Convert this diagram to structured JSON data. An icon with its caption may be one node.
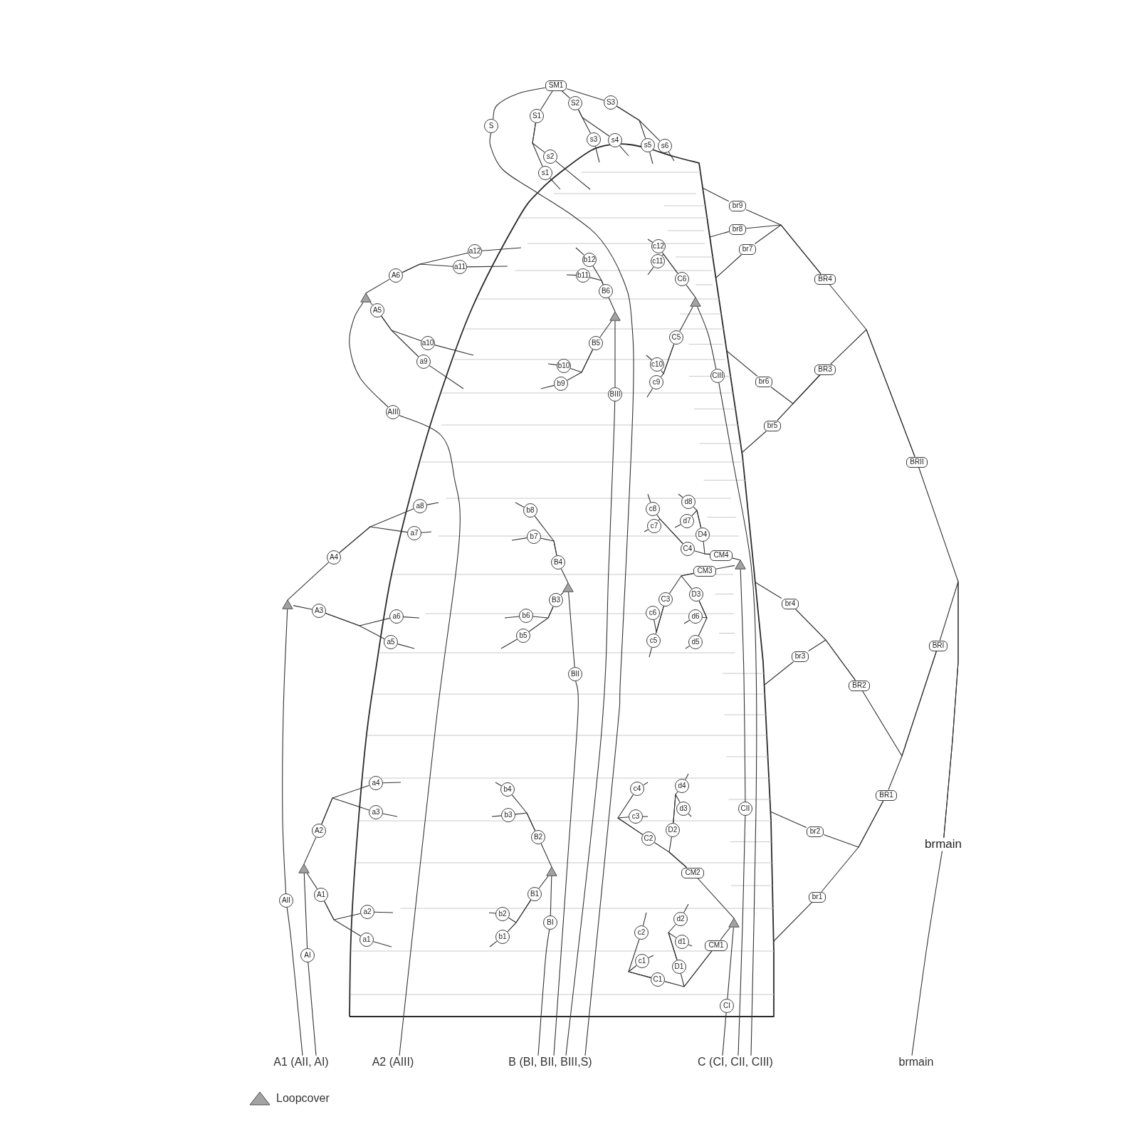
{
  "diagram": {
    "nodes": [
      {
        "text": [
          "SM1"
        ]
      },
      {
        "text": [
          "S"
        ]
      },
      {
        "text": [
          "S1"
        ]
      },
      {
        "text": [
          "S2"
        ]
      },
      {
        "text": [
          "S3"
        ]
      },
      {
        "text": [
          "s3"
        ]
      },
      {
        "text": [
          "s4"
        ]
      },
      {
        "text": [
          "s5"
        ]
      },
      {
        "text": [
          "s6"
        ]
      },
      {
        "text": [
          "s2"
        ]
      },
      {
        "text": [
          "s1"
        ]
      },
      {
        "text": [
          "a12"
        ]
      },
      {
        "text": [
          "a11"
        ]
      },
      {
        "text": [
          "A6"
        ]
      },
      {
        "text": [],
        "shape": "triangle"
      },
      {
        "text": [
          "A5"
        ]
      },
      {
        "text": [
          "a10"
        ]
      },
      {
        "text": [
          "a9"
        ]
      },
      {
        "text": [
          "AIII"
        ]
      },
      {
        "text": [
          "a8"
        ]
      },
      {
        "text": [
          "a7"
        ]
      },
      {
        "text": [
          "A4"
        ]
      },
      {
        "text": [],
        "shape": "triangle"
      },
      {
        "text": [
          "A3"
        ]
      },
      {
        "text": [
          "a6"
        ]
      },
      {
        "text": [
          "a5"
        ]
      },
      {
        "text": [
          "a4"
        ]
      },
      {
        "text": [
          "a3"
        ]
      },
      {
        "text": [
          "A2"
        ]
      },
      {
        "text": [],
        "shape": "triangle"
      },
      {
        "text": [
          "A1"
        ]
      },
      {
        "text": [
          "AII"
        ]
      },
      {
        "text": [
          "a2"
        ]
      },
      {
        "text": [
          "a1"
        ]
      },
      {
        "text": [
          "AI"
        ]
      },
      {
        "text": [
          "b12"
        ]
      },
      {
        "text": [
          "b11"
        ]
      },
      {
        "text": [
          "B6"
        ]
      },
      {
        "text": [],
        "shape": "triangle"
      },
      {
        "text": [
          "B5"
        ]
      },
      {
        "text": [
          "b10"
        ]
      },
      {
        "text": [
          "b9"
        ]
      },
      {
        "text": [
          "BIII"
        ]
      },
      {
        "text": [
          "b8"
        ]
      },
      {
        "text": [
          "b7"
        ]
      },
      {
        "text": [
          "B4"
        ]
      },
      {
        "text": [],
        "shape": "triangle"
      },
      {
        "text": [
          "B3"
        ]
      },
      {
        "text": [
          "b6"
        ]
      },
      {
        "text": [
          "b5"
        ]
      },
      {
        "text": [
          "BII"
        ]
      },
      {
        "text": [
          "b4"
        ]
      },
      {
        "text": [
          "b3"
        ]
      },
      {
        "text": [
          "B2"
        ]
      },
      {
        "text": [],
        "shape": "triangle"
      },
      {
        "text": [
          "B1"
        ]
      },
      {
        "text": [
          "b2"
        ]
      },
      {
        "text": [
          "b1"
        ]
      },
      {
        "text": [
          "BI"
        ]
      },
      {
        "text": [
          "c12"
        ]
      },
      {
        "text": [
          "c11"
        ]
      },
      {
        "text": [
          "C6"
        ]
      },
      {
        "text": [],
        "shape": "triangle"
      },
      {
        "text": [
          "C5"
        ]
      },
      {
        "text": [
          "c10"
        ]
      },
      {
        "text": [
          "c9"
        ]
      },
      {
        "text": [
          "CIII"
        ]
      },
      {
        "text": [
          "c8"
        ]
      },
      {
        "text": [
          "d8"
        ]
      },
      {
        "text": [
          "c7"
        ]
      },
      {
        "text": [
          "d7"
        ]
      },
      {
        "text": [
          "C4"
        ]
      },
      {
        "text": [
          "D4"
        ]
      },
      {
        "text": [
          "CM4"
        ]
      },
      {
        "text": [],
        "shape": "triangle"
      },
      {
        "text": [
          "CM3"
        ]
      },
      {
        "text": [
          "C3"
        ]
      },
      {
        "text": [
          "D3"
        ]
      },
      {
        "text": [
          "c6"
        ]
      },
      {
        "text": [
          "d6"
        ]
      },
      {
        "text": [
          "c5"
        ]
      },
      {
        "text": [
          "d5"
        ]
      },
      {
        "text": [
          "c4"
        ]
      },
      {
        "text": [
          "d4"
        ]
      },
      {
        "text": [
          "d3"
        ]
      },
      {
        "text": [
          "c3"
        ]
      },
      {
        "text": [
          "CII"
        ]
      },
      {
        "text": [
          "C2"
        ]
      },
      {
        "text": [
          "D2"
        ]
      },
      {
        "text": [
          "CM2"
        ]
      },
      {
        "text": [],
        "shape": "triangle"
      },
      {
        "text": [
          "c2"
        ]
      },
      {
        "text": [
          "d2"
        ]
      },
      {
        "text": [
          "d1"
        ]
      },
      {
        "text": [
          "CM1"
        ]
      },
      {
        "text": [
          "c1"
        ]
      },
      {
        "text": [
          "D1"
        ]
      },
      {
        "text": [
          "C1"
        ]
      },
      {
        "text": [
          "CI"
        ]
      },
      {
        "text": [
          "br9"
        ]
      },
      {
        "text": [
          "br8"
        ]
      },
      {
        "text": [
          "br7"
        ]
      },
      {
        "text": [
          "BR4"
        ]
      },
      {
        "text": [
          "BR3"
        ]
      },
      {
        "text": [
          "br6"
        ]
      },
      {
        "text": [
          "br5"
        ]
      },
      {
        "text": [
          "BRII"
        ]
      },
      {
        "text": [
          "br4"
        ]
      },
      {
        "text": [
          "BRI"
        ]
      },
      {
        "text": [
          "br3"
        ]
      },
      {
        "text": [
          "BR2"
        ]
      },
      {
        "text": [
          "BR1"
        ]
      },
      {
        "text": [
          "br2"
        ]
      },
      {
        "text": [
          "brmain"
        ]
      },
      {
        "text": [
          "br1"
        ]
      },
      {
        "text": [
          "A1 (AII, AI)"
        ]
      },
      {
        "text": [
          "A2 (AIII)"
        ]
      },
      {
        "text": [
          "B (BI, BII, BIII,S)"
        ]
      },
      {
        "text": [
          "C (CI, CII, CIII)"
        ]
      },
      {
        "text": [
          "brmain"
        ]
      }
    ],
    "edges": [
      {
        "from": 0,
        "to": 2,
        "arrow": "none"
      },
      {
        "from": 2,
        "to": 9,
        "arrow": "none"
      },
      {
        "from": 2,
        "to": 10,
        "arrow": "none"
      },
      {
        "from": 0,
        "to": 3,
        "arrow": "none"
      },
      {
        "from": 3,
        "to": 5,
        "arrow": "none"
      },
      {
        "from": 3,
        "to": 6,
        "arrow": "none"
      },
      {
        "from": 0,
        "to": 4,
        "arrow": "none"
      },
      {
        "from": 4,
        "to": 7,
        "arrow": "none"
      },
      {
        "from": 4,
        "to": 8,
        "arrow": "none"
      },
      {
        "from": 9,
        "to": null,
        "arrow": "none"
      },
      {
        "from": 10,
        "to": null,
        "arrow": "none"
      },
      {
        "from": 5,
        "to": null,
        "arrow": "none"
      },
      {
        "from": 6,
        "to": null,
        "arrow": "none"
      },
      {
        "from": 7,
        "to": null,
        "arrow": "none"
      },
      {
        "from": 8,
        "to": null,
        "arrow": "none"
      },
      {
        "from": 117,
        "to": 1,
        "arrow": "none"
      },
      {
        "from": 1,
        "to": 0,
        "arrow": "none"
      },
      {
        "from": 115,
        "to": 31,
        "arrow": "none"
      },
      {
        "from": 31,
        "to": 22,
        "arrow": "none"
      },
      {
        "from": 115,
        "to": 34,
        "arrow": "none"
      },
      {
        "from": 34,
        "to": 29,
        "arrow": "none"
      },
      {
        "from": 29,
        "to": 30,
        "arrow": "none"
      },
      {
        "from": 29,
        "to": 28,
        "arrow": "none"
      },
      {
        "from": 30,
        "to": 32,
        "arrow": "none"
      },
      {
        "from": 30,
        "to": 33,
        "arrow": "none"
      },
      {
        "from": 32,
        "to": null,
        "arrow": "none"
      },
      {
        "from": 33,
        "to": null,
        "arrow": "none"
      },
      {
        "from": 28,
        "to": 26,
        "arrow": "none"
      },
      {
        "from": 28,
        "to": 27,
        "arrow": "none"
      },
      {
        "from": 26,
        "to": null,
        "arrow": "none"
      },
      {
        "from": 27,
        "to": null,
        "arrow": "none"
      },
      {
        "from": 22,
        "to": 23,
        "arrow": "none"
      },
      {
        "from": 22,
        "to": 21,
        "arrow": "none"
      },
      {
        "from": 23,
        "to": 24,
        "arrow": "none"
      },
      {
        "from": 23,
        "to": 25,
        "arrow": "none"
      },
      {
        "from": 24,
        "to": null,
        "arrow": "none"
      },
      {
        "from": 25,
        "to": null,
        "arrow": "none"
      },
      {
        "from": 21,
        "to": 19,
        "arrow": "none"
      },
      {
        "from": 21,
        "to": 20,
        "arrow": "none"
      },
      {
        "from": 19,
        "to": null,
        "arrow": "none"
      },
      {
        "from": 20,
        "to": null,
        "arrow": "none"
      },
      {
        "from": 116,
        "to": 18,
        "arrow": "none"
      },
      {
        "from": 18,
        "to": 14,
        "arrow": "none"
      },
      {
        "from": 14,
        "to": 15,
        "arrow": "none"
      },
      {
        "from": 14,
        "to": 13,
        "arrow": "none"
      },
      {
        "from": 15,
        "to": 16,
        "arrow": "none"
      },
      {
        "from": 15,
        "to": 17,
        "arrow": "none"
      },
      {
        "from": 16,
        "to": null,
        "arrow": "none"
      },
      {
        "from": 17,
        "to": null,
        "arrow": "none"
      },
      {
        "from": 13,
        "to": 11,
        "arrow": "none"
      },
      {
        "from": 13,
        "to": 12,
        "arrow": "none"
      },
      {
        "from": 11,
        "to": null,
        "arrow": "none"
      },
      {
        "from": 12,
        "to": null,
        "arrow": "none"
      },
      {
        "from": 117,
        "to": 58,
        "arrow": "none"
      },
      {
        "from": 58,
        "to": 54,
        "arrow": "none"
      },
      {
        "from": 54,
        "to": 55,
        "arrow": "none"
      },
      {
        "from": 54,
        "to": 53,
        "arrow": "none"
      },
      {
        "from": 55,
        "to": 56,
        "arrow": "none"
      },
      {
        "from": 55,
        "to": 57,
        "arrow": "none"
      },
      {
        "from": 56,
        "to": null,
        "arrow": "none"
      },
      {
        "from": 57,
        "to": null,
        "arrow": "none"
      },
      {
        "from": 53,
        "to": 52,
        "arrow": "none"
      },
      {
        "from": 53,
        "to": 51,
        "arrow": "none"
      },
      {
        "from": 52,
        "to": null,
        "arrow": "none"
      },
      {
        "from": 51,
        "to": null,
        "arrow": "none"
      },
      {
        "from": 117,
        "to": 50,
        "arrow": "none"
      },
      {
        "from": 50,
        "to": 46,
        "arrow": "none"
      },
      {
        "from": 46,
        "to": 47,
        "arrow": "none"
      },
      {
        "from": 46,
        "to": 45,
        "arrow": "none"
      },
      {
        "from": 47,
        "to": 48,
        "arrow": "none"
      },
      {
        "from": 47,
        "to": 49,
        "arrow": "none"
      },
      {
        "from": 48,
        "to": null,
        "arrow": "none"
      },
      {
        "from": 49,
        "to": null,
        "arrow": "none"
      },
      {
        "from": 45,
        "to": 44,
        "arrow": "none"
      },
      {
        "from": 45,
        "to": 43,
        "arrow": "none"
      },
      {
        "from": 44,
        "to": null,
        "arrow": "none"
      },
      {
        "from": 43,
        "to": null,
        "arrow": "none"
      },
      {
        "from": 117,
        "to": 42,
        "arrow": "none"
      },
      {
        "from": 42,
        "to": 38,
        "arrow": "none"
      },
      {
        "from": 38,
        "to": 39,
        "arrow": "none"
      },
      {
        "from": 38,
        "to": 37,
        "arrow": "none"
      },
      {
        "from": 39,
        "to": 40,
        "arrow": "none"
      },
      {
        "from": 39,
        "to": 41,
        "arrow": "none"
      },
      {
        "from": 40,
        "to": null,
        "arrow": "none"
      },
      {
        "from": 41,
        "to": null,
        "arrow": "none"
      },
      {
        "from": 37,
        "to": 36,
        "arrow": "none"
      },
      {
        "from": 37,
        "to": 35,
        "arrow": "none"
      },
      {
        "from": 36,
        "to": null,
        "arrow": "none"
      },
      {
        "from": 35,
        "to": null,
        "arrow": "none"
      },
      {
        "from": 118,
        "to": 98,
        "arrow": "none"
      },
      {
        "from": 98,
        "to": 90,
        "arrow": "none"
      },
      {
        "from": 90,
        "to": 94,
        "arrow": "none"
      },
      {
        "from": 94,
        "to": 97,
        "arrow": "none"
      },
      {
        "from": 94,
        "to": 96,
        "arrow": "none"
      },
      {
        "from": 97,
        "to": 95,
        "arrow": "none"
      },
      {
        "from": 97,
        "to": 91,
        "arrow": "none"
      },
      {
        "from": 95,
        "to": null,
        "arrow": "none"
      },
      {
        "from": 91,
        "to": null,
        "arrow": "none"
      },
      {
        "from": 96,
        "to": 93,
        "arrow": "none"
      },
      {
        "from": 96,
        "to": 92,
        "arrow": "none"
      },
      {
        "from": 93,
        "to": null,
        "arrow": "none"
      },
      {
        "from": 92,
        "to": null,
        "arrow": "none"
      },
      {
        "from": 90,
        "to": 89,
        "arrow": "none"
      },
      {
        "from": 89,
        "to": 87,
        "arrow": "none"
      },
      {
        "from": 89,
        "to": 88,
        "arrow": "none"
      },
      {
        "from": 87,
        "to": 85,
        "arrow": "none"
      },
      {
        "from": 87,
        "to": 82,
        "arrow": "none"
      },
      {
        "from": 85,
        "to": null,
        "arrow": "none"
      },
      {
        "from": 82,
        "to": null,
        "arrow": "none"
      },
      {
        "from": 88,
        "to": 84,
        "arrow": "none"
      },
      {
        "from": 88,
        "to": 83,
        "arrow": "none"
      },
      {
        "from": 84,
        "to": null,
        "arrow": "none"
      },
      {
        "from": 83,
        "to": null,
        "arrow": "none"
      },
      {
        "from": 118,
        "to": 86,
        "arrow": "none"
      },
      {
        "from": 86,
        "to": 74,
        "arrow": "none"
      },
      {
        "from": 74,
        "to": 75,
        "arrow": "none"
      },
      {
        "from": 75,
        "to": 76,
        "arrow": "none"
      },
      {
        "from": 75,
        "to": 77,
        "arrow": "none"
      },
      {
        "from": 76,
        "to": 78,
        "arrow": "none"
      },
      {
        "from": 76,
        "to": 80,
        "arrow": "none"
      },
      {
        "from": 80,
        "to": null,
        "arrow": "none"
      },
      {
        "from": 77,
        "to": 79,
        "arrow": "none"
      },
      {
        "from": 77,
        "to": 81,
        "arrow": "none"
      },
      {
        "from": 79,
        "to": null,
        "arrow": "none"
      },
      {
        "from": 81,
        "to": null,
        "arrow": "none"
      },
      {
        "from": 74,
        "to": 73,
        "arrow": "none"
      },
      {
        "from": 73,
        "to": 71,
        "arrow": "none"
      },
      {
        "from": 73,
        "to": 72,
        "arrow": "none"
      },
      {
        "from": 71,
        "to": 69,
        "arrow": "none"
      },
      {
        "from": 71,
        "to": 67,
        "arrow": "none"
      },
      {
        "from": 69,
        "to": null,
        "arrow": "none"
      },
      {
        "from": 67,
        "to": null,
        "arrow": "none"
      },
      {
        "from": 72,
        "to": 70,
        "arrow": "none"
      },
      {
        "from": 72,
        "to": 68,
        "arrow": "none"
      },
      {
        "from": 70,
        "to": null,
        "arrow": "none"
      },
      {
        "from": 68,
        "to": null,
        "arrow": "none"
      },
      {
        "from": 118,
        "to": 66,
        "arrow": "none"
      },
      {
        "from": 66,
        "to": 62,
        "arrow": "none"
      },
      {
        "from": 62,
        "to": 63,
        "arrow": "none"
      },
      {
        "from": 62,
        "to": 61,
        "arrow": "none"
      },
      {
        "from": 63,
        "to": 64,
        "arrow": "none"
      },
      {
        "from": 63,
        "to": 65,
        "arrow": "none"
      },
      {
        "from": 64,
        "to": null,
        "arrow": "none"
      },
      {
        "from": 65,
        "to": null,
        "arrow": "none"
      },
      {
        "from": 61,
        "to": 60,
        "arrow": "none"
      },
      {
        "from": 61,
        "to": 59,
        "arrow": "none"
      },
      {
        "from": 60,
        "to": null,
        "arrow": "none"
      },
      {
        "from": 59,
        "to": null,
        "arrow": "none"
      },
      {
        "from": 119,
        "to": 113,
        "arrow": "none"
      },
      {
        "from": 113,
        "to": 106,
        "arrow": "none"
      },
      {
        "from": 113,
        "to": 108,
        "arrow": "none"
      },
      {
        "from": 106,
        "to": 102,
        "arrow": "none"
      },
      {
        "from": 106,
        "to": 103,
        "arrow": "none"
      },
      {
        "from": 102,
        "to": 99,
        "arrow": "none"
      },
      {
        "from": 102,
        "to": 100,
        "arrow": "none"
      },
      {
        "from": 102,
        "to": 101,
        "arrow": "none"
      },
      {
        "from": 99,
        "to": null,
        "arrow": "none"
      },
      {
        "from": 100,
        "to": null,
        "arrow": "none"
      },
      {
        "from": 101,
        "to": null,
        "arrow": "none"
      },
      {
        "from": 103,
        "to": 104,
        "arrow": "none"
      },
      {
        "from": 103,
        "to": 105,
        "arrow": "none"
      },
      {
        "from": 104,
        "to": null,
        "arrow": "none"
      },
      {
        "from": 105,
        "to": null,
        "arrow": "none"
      },
      {
        "from": 108,
        "to": 110,
        "arrow": "none"
      },
      {
        "from": 108,
        "to": 111,
        "arrow": "none"
      },
      {
        "from": 110,
        "to": 107,
        "arrow": "none"
      },
      {
        "from": 110,
        "to": 109,
        "arrow": "none"
      },
      {
        "from": 107,
        "to": null,
        "arrow": "none"
      },
      {
        "from": 109,
        "to": null,
        "arrow": "none"
      },
      {
        "from": 111,
        "to": 112,
        "arrow": "none"
      },
      {
        "from": 111,
        "to": 114,
        "arrow": "none"
      },
      {
        "from": 112,
        "to": null,
        "arrow": "none"
      },
      {
        "from": 114,
        "to": null,
        "arrow": "none"
      }
    ],
    "legend": [
      {
        "text": "Loopcover"
      }
    ]
  }
}
